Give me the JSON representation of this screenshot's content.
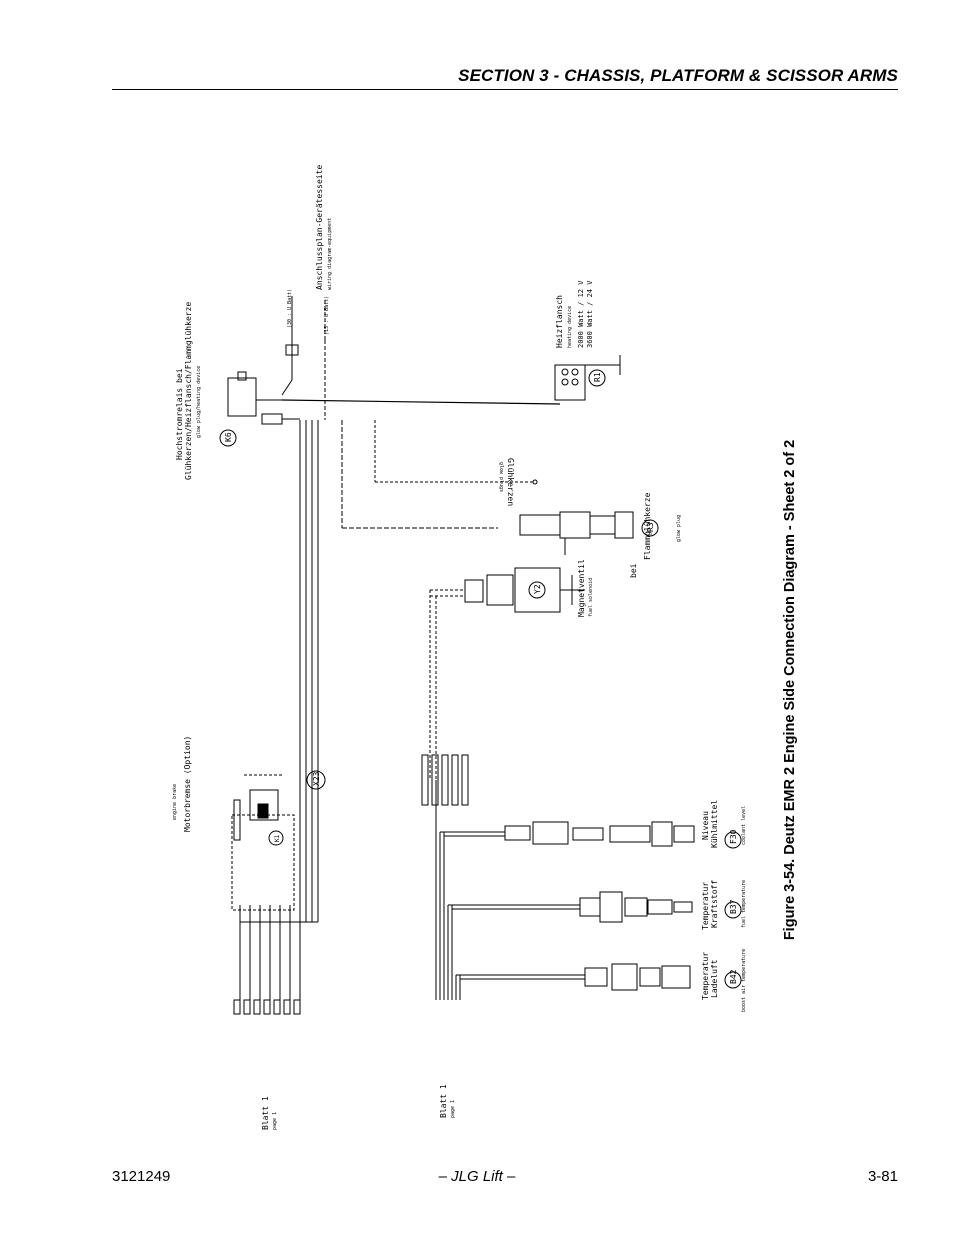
{
  "header": {
    "section_title": "SECTION 3 - CHASSIS, PLATFORM & SCISSOR ARMS"
  },
  "footer": {
    "doc_number": "3121249",
    "publisher": "– JLG Lift –",
    "page_number": "3-81"
  },
  "figure": {
    "caption": "Figure 3-54.  Deutz EMR 2 Engine Side Connection Diagram - Sheet 2 of 2"
  },
  "diagram": {
    "wiring_diagram_title": "Anschlussplan-Gerätesseite",
    "wiring_diagram_title_en": "wiring diagram-equipment",
    "relay_title_1": "Hochstromrelais bei",
    "relay_title_2": "Glühkerzen/Heizflansch/Flammglühkerze",
    "relay_title_en": "glow plug/heating device",
    "relay_id": "K6",
    "terminal_30": "(30 : U Batt)",
    "terminal_15": "(15 : U Batt)",
    "heater_title": "Heizflansch",
    "heater_title_en": "heating device",
    "heater_spec_12v": "2000 Watt / 12 V",
    "heater_spec_24v": "3600 Watt / 24 V",
    "heater_id": "R1",
    "glow_plugs": "Glühkerzen",
    "glow_plugs_en": "glow plugs",
    "flame_plug_prefix": "bei",
    "flame_plug_title": "Flammglühkerze",
    "flame_plug_en": "glow plug",
    "flame_plug_id": "R3",
    "fuel_valve_title": "Magnetventil",
    "fuel_valve_en": "fuel solenoid",
    "fuel_valve_id": "Y2",
    "engine_brake_en": "engine brake",
    "engine_brake_title": "Motorbremse (Option)",
    "engine_brake_id": "K1",
    "coolant_title_1": "Niveau",
    "coolant_title_2": "Kühlmittel",
    "coolant_en": "coolant level",
    "coolant_id": "F30",
    "fuel_temp_title_1": "Temperatur",
    "fuel_temp_title_2": "Kraftstoff",
    "fuel_temp_en": "fuel temperature",
    "fuel_temp_id": "B37",
    "boost_temp_title_1": "Temperatur",
    "boost_temp_title_2": "Ladeluft",
    "boost_temp_en": "boost air temperature",
    "boost_temp_id": "B42",
    "sheet_ref_1": "Blatt 1",
    "sheet_ref_1_en": "page 1",
    "sheet_ref_2": "Blatt 1",
    "sheet_ref_2_en": "page 1",
    "connector_id": "X23"
  }
}
